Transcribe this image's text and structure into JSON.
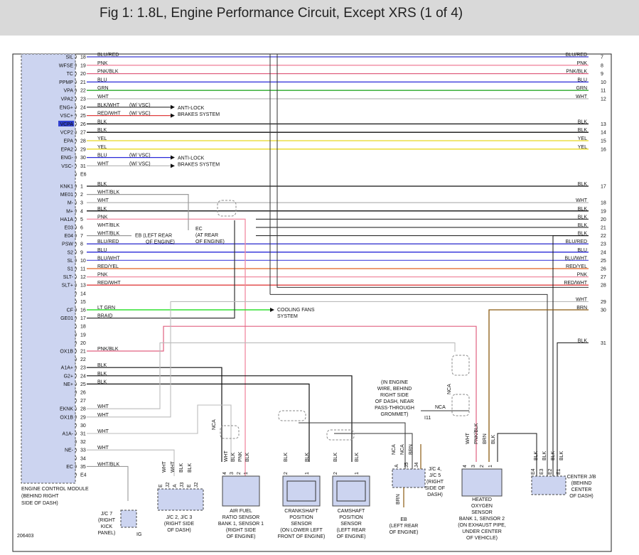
{
  "title": "Fig 1: 1.8L, Engine Performance Circuit, Except XRS (1 of 4)",
  "ecm_label": [
    "ENGINE CONTROL MODULE",
    "(BEHIND RIGHT",
    "SIDE OF DASH)"
  ],
  "figure_number": "206403",
  "top_rows": [
    {
      "sig": "SIL",
      "pin": "18",
      "color": "BLU/RED",
      "rc": "BLU/RED",
      "rn": "7",
      "hex": "#3a3ad0"
    },
    {
      "sig": "WFSE",
      "pin": "19",
      "color": "PNK",
      "rc": "PNK",
      "rn": "8",
      "hex": "#f08aa0"
    },
    {
      "sig": "TC",
      "pin": "20",
      "color": "PNK/BLK",
      "rc": "PNK/BLK",
      "rn": "9",
      "hex": "#e06080"
    },
    {
      "sig": "PPMP",
      "pin": "21",
      "color": "BLU",
      "rc": "BLU",
      "rn": "10",
      "hex": "#2a2ad8"
    },
    {
      "sig": "VPA",
      "pin": "22",
      "color": "GRN",
      "rc": "GRN",
      "rn": "11",
      "hex": "#2aa82a"
    },
    {
      "sig": "VPA2",
      "pin": "23",
      "color": "WHT",
      "rc": "WHT",
      "rn": "12",
      "hex": "#bbbbbb"
    },
    {
      "sig": "ENG+",
      "pin": "24",
      "color": "BLK/WHT",
      "note": "(W/ VSC)",
      "hex": "#555555"
    },
    {
      "sig": "VSC+",
      "pin": "25",
      "color": "RED/WHT",
      "note": "(W/ VSC)",
      "hex": "#e04040"
    },
    {
      "sig": "VCPA",
      "pin": "26",
      "color": "BLK",
      "rc": "BLK",
      "rn": "13",
      "hex": "#111111"
    },
    {
      "sig": "VCP2",
      "pin": "27",
      "color": "BLK",
      "rc": "BLK",
      "rn": "14",
      "hex": "#111111"
    },
    {
      "sig": "EPA",
      "pin": "28",
      "color": "YEL",
      "rc": "YEL",
      "rn": "15",
      "hex": "#e8d820"
    },
    {
      "sig": "EPA2",
      "pin": "29",
      "color": "YEL",
      "rc": "YEL",
      "rn": "16",
      "hex": "#e8d820"
    },
    {
      "sig": "ENG-",
      "pin": "30",
      "color": "BLU",
      "note": "(W/ VSC)",
      "hex": "#2a2ad8"
    },
    {
      "sig": "VSC-",
      "pin": "31",
      "color": "WHT",
      "note": "(W/ VSC)",
      "hex": "#bbbbbb"
    },
    {
      "sig": "",
      "pin": "E6",
      "color": "",
      "hex": ""
    }
  ],
  "abs_label_1": [
    "ANTI-LOCK",
    "BRAKES SYSTEM"
  ],
  "abs_label_2": [
    "ANTI-LOCK",
    "BRAKES SYSTEM"
  ],
  "mid_rows": [
    {
      "sig": "KNK1",
      "pin": "1",
      "color": "BLK",
      "rc": "BLK",
      "rn": "17",
      "hex": "#111111"
    },
    {
      "sig": "ME01",
      "pin": "2",
      "color": "WHT/BLK",
      "hex": "#999999"
    },
    {
      "sig": "M-",
      "pin": "3",
      "color": "WHT",
      "rc": "WHT",
      "rn": "18",
      "hex": "#bbbbbb"
    },
    {
      "sig": "M+",
      "pin": "4",
      "color": "BLK",
      "rc": "BLK",
      "rn": "19",
      "hex": "#111111"
    },
    {
      "sig": "HA1A",
      "pin": "5",
      "color": "PNK",
      "rc": "BLK",
      "rn": "20",
      "hex": "#f08aa0"
    },
    {
      "sig": "E03",
      "pin": "6",
      "color": "WHT/BLK",
      "rc": "BLK",
      "rn": "21",
      "hex": "#999999"
    },
    {
      "sig": "E04",
      "pin": "7",
      "color": "WHT/BLK",
      "rc": "BLK",
      "rn": "22",
      "hex": "#999999"
    },
    {
      "sig": "PSW",
      "pin": "8",
      "color": "BLU/RED",
      "rc": "BLU/RED",
      "rn": "23",
      "hex": "#3a3ad0"
    },
    {
      "sig": "S2",
      "pin": "9",
      "color": "BLU",
      "rc": "BLU",
      "rn": "24",
      "hex": "#2a2ad8"
    },
    {
      "sig": "SL",
      "pin": "10",
      "color": "BLU/WHT",
      "rc": "BLU/WHT",
      "rn": "25",
      "hex": "#5a5ae0"
    },
    {
      "sig": "S1",
      "pin": "11",
      "color": "RED/YEL",
      "rc": "RED/YEL",
      "rn": "26",
      "hex": "#e06020"
    },
    {
      "sig": "SLT-",
      "pin": "12",
      "color": "PNK",
      "rc": "PNK",
      "rn": "27",
      "hex": "#f08aa0"
    },
    {
      "sig": "SLT+",
      "pin": "13",
      "color": "RED/WHT",
      "rc": "RED/WHT",
      "rn": "28",
      "hex": "#e04040"
    },
    {
      "sig": "",
      "pin": "14",
      "color": "",
      "hex": ""
    },
    {
      "sig": "",
      "pin": "15",
      "color": "",
      "rc": "WHT",
      "rn": "29",
      "hex": ""
    },
    {
      "sig": "CF",
      "pin": "16",
      "color": "LT GRN",
      "rc": "BRN",
      "rn": "30",
      "hex": "#30e030"
    },
    {
      "sig": "GE01",
      "pin": "17",
      "color": "BRAID",
      "hex": "#333333"
    },
    {
      "sig": "",
      "pin": "18",
      "color": "",
      "hex": ""
    },
    {
      "sig": "",
      "pin": "19",
      "color": "",
      "hex": ""
    },
    {
      "sig": "",
      "pin": "20",
      "color": "",
      "rc": "BLK",
      "rn": "31",
      "hex": ""
    },
    {
      "sig": "OX1B",
      "pin": "21",
      "color": "PNK/BLK",
      "hex": "#e06080"
    },
    {
      "sig": "",
      "pin": "22",
      "color": "",
      "hex": ""
    },
    {
      "sig": "A1A+",
      "pin": "23",
      "color": "BLK",
      "hex": "#111111"
    },
    {
      "sig": "G2+",
      "pin": "24",
      "color": "BLK",
      "hex": "#111111"
    },
    {
      "sig": "NE+",
      "pin": "25",
      "color": "BLK",
      "hex": "#111111"
    },
    {
      "sig": "",
      "pin": "26",
      "color": "",
      "hex": ""
    },
    {
      "sig": "",
      "pin": "27",
      "color": "",
      "hex": ""
    },
    {
      "sig": "EKNK",
      "pin": "28",
      "color": "WHT",
      "hex": "#bbbbbb"
    },
    {
      "sig": "OX1B",
      "pin": "29",
      "color": "WHT",
      "hex": "#bbbbbb"
    },
    {
      "sig": "",
      "pin": "30",
      "color": "",
      "hex": ""
    },
    {
      "sig": "A1A-",
      "pin": "31",
      "color": "WHT",
      "hex": "#bbbbbb"
    },
    {
      "sig": "",
      "pin": "32",
      "color": "",
      "hex": ""
    },
    {
      "sig": "NE-",
      "pin": "33",
      "color": "WHT",
      "hex": "#bbbbbb"
    },
    {
      "sig": "",
      "pin": "34",
      "color": "",
      "hex": ""
    },
    {
      "sig": "EC",
      "pin": "35",
      "color": "WHT/BLK",
      "hex": "#999999"
    },
    {
      "sig": "",
      "pin": "E4",
      "color": "",
      "hex": ""
    }
  ],
  "ground_eb": [
    "EB (LEFT REAR",
    "OF ENGINE)"
  ],
  "ground_ec": [
    "EC",
    "(AT REAR",
    "OF ENGINE)"
  ],
  "cooling": [
    "COOLING FANS",
    "SYSTEM"
  ],
  "engine_wire_note": [
    "(IN ENGINE",
    "WIRE, BEHIND",
    "RIGHT SIDE",
    "OF DASH, NEAR",
    "PASS-THROUGH",
    "GROMMET)"
  ],
  "i11": "I11",
  "nca": "NCA",
  "components": {
    "jc7": [
      "J/C 7",
      "(RIGHT",
      "KICK",
      "PANEL)"
    ],
    "jc7_ig": "IG",
    "jc23": [
      "J/C 2, J/C 3",
      "(RIGHT SIDE",
      "OF DASH)"
    ],
    "af": [
      "AIR FUEL",
      "RATIO SENSOR",
      "BANK 1, SENSOR 1",
      "(RIGHT SIDE",
      "OF ENGINE)"
    ],
    "ckp": [
      "CRANKSHAFT",
      "POSITION",
      "SENSOR",
      "(ON LOWER LEFT",
      "FRONT OF ENGINE)"
    ],
    "cmp": [
      "CAMSHAFT",
      "POSITION",
      "SENSOR",
      "(LEFT REAR",
      "OF ENGINE)"
    ],
    "jc45": [
      "J/C 4,",
      "J/C 5",
      "(RIGHT",
      "SIDE OF",
      "DASH)"
    ],
    "eb2": [
      "EB",
      "(LEFT REAR",
      "OF ENGINE)"
    ],
    "ho2": [
      "HEATED",
      "OXYGEN",
      "SENSOR",
      "BANK 1, SENSOR 2",
      "(ON EXHAUST PIPE,",
      "UNDER CENTER",
      "OF VEHICLE)"
    ],
    "cjb": [
      "CENTER J/B",
      "(BEHIND",
      "CENTER",
      "OF DASH)"
    ]
  },
  "pin_labels": {
    "jc23": [
      "E",
      "J2",
      "A",
      "J3",
      "E",
      "J2"
    ],
    "jc23_colors": [
      "WHT",
      "WHT",
      "BLK",
      "BLK"
    ],
    "af_pins": [
      "4",
      "3",
      "2",
      "1"
    ],
    "af_colors": [
      "WHT",
      "BLK",
      "PNK",
      "BLK"
    ],
    "ckp_pins": [
      "2",
      "1"
    ],
    "ckp_colors": [
      "BLK",
      "BLK"
    ],
    "cmp_pins": [
      "2",
      "1"
    ],
    "cmp_colors": [
      "BLK",
      "BLK"
    ],
    "jc45_pins": [
      "A",
      "J5",
      "J4"
    ],
    "jc45_colors": [
      "NCA",
      "NCA",
      "BRN"
    ],
    "ho2_pins": [
      "4",
      "3",
      "2",
      "1"
    ],
    "ho2_colors": [
      "WHT",
      "PNK/BLK",
      "BRN",
      "BLK"
    ],
    "cjb_pins": [
      "E4",
      "E3",
      "E2",
      "E1"
    ],
    "cjb_colors": [
      "BLK",
      "BLK",
      "BLK",
      "BLK"
    ],
    "eb_color": "BRN"
  }
}
